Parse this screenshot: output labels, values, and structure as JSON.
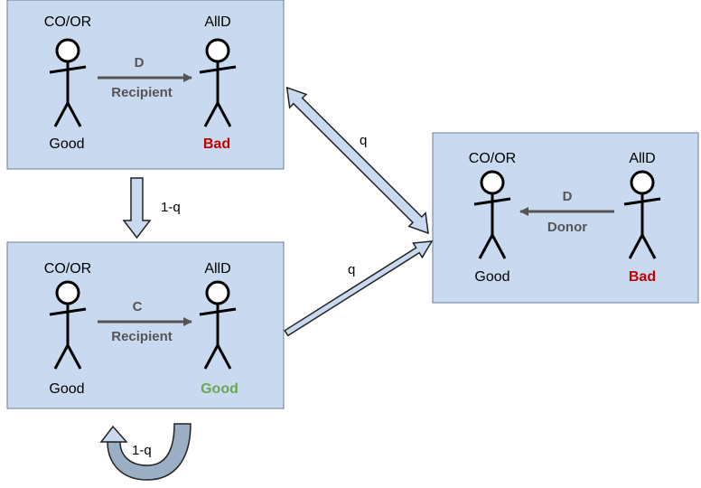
{
  "colors": {
    "box_fill": "#c9daf0",
    "box_stroke": "#6a7d94",
    "arrow_fill": "#c9daf0",
    "arrow_stroke": "#222222",
    "loop_fill": "#9aaec4",
    "action_arrow": "#555555",
    "action_text": "#555555",
    "bad": "#c00000",
    "good_green": "#6aa84f",
    "text": "#000000"
  },
  "icons": {
    "figure": "stick-figure-icon",
    "action_arrow": "arrow-icon"
  },
  "boxes": {
    "top_left": {
      "left_player": "CO/OR",
      "right_player": "AllD",
      "action": "D",
      "role": "Recipient",
      "left_reputation": "Good",
      "right_reputation": "Bad"
    },
    "bottom_left": {
      "left_player": "CO/OR",
      "right_player": "AllD",
      "action": "C",
      "role": "Recipient",
      "left_reputation": "Good",
      "right_reputation": "Good"
    },
    "right": {
      "left_player": "CO/OR",
      "right_player": "AllD",
      "action": "D",
      "role": "Donor",
      "left_reputation": "Good",
      "right_reputation": "Bad"
    }
  },
  "transitions": {
    "top_to_bottom": "1-q",
    "top_right_diagonal": "q",
    "bottom_right_diagonal": "q",
    "bottom_self_loop": "1-q"
  }
}
